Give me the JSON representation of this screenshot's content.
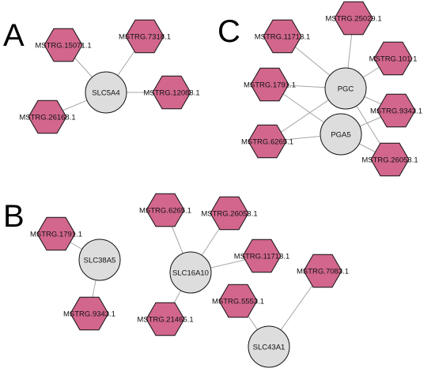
{
  "colors": {
    "lncrna_fill": "#d2668d",
    "gene_fill": "#dddddd",
    "outline": "#111111",
    "edge": "#a6a6a6"
  },
  "panels": [
    {
      "label": "A",
      "genes": [
        {
          "id": "SLC5A4",
          "label": "SLC5A4"
        }
      ],
      "lncrnas": [
        {
          "id": "MSTRG.15071.1",
          "label": "MSTRG.15071.1"
        },
        {
          "id": "MSTRG.7318.1",
          "label": "MSTRG.7318.1"
        },
        {
          "id": "MSTRG.12083.1",
          "label": "MSTRG.12083.1"
        },
        {
          "id": "MSTRG.26168.1",
          "label": "MSTRG.26168.1"
        }
      ],
      "edges": [
        [
          "MSTRG.15071.1",
          "SLC5A4"
        ],
        [
          "MSTRG.7318.1",
          "SLC5A4"
        ],
        [
          "MSTRG.12083.1",
          "SLC5A4"
        ],
        [
          "MSTRG.26168.1",
          "SLC5A4"
        ]
      ]
    },
    {
      "label": "B",
      "genes": [
        {
          "id": "SLC38A5",
          "label": "SLC38A5"
        },
        {
          "id": "SLC16A10",
          "label": "SLC16A10"
        },
        {
          "id": "SLC43A1",
          "label": "SLC43A1"
        }
      ],
      "lncrnas": [
        {
          "id": "MSTRG.1791.1",
          "label": "MSTRG.1791.1"
        },
        {
          "id": "MSTRG.9343.1",
          "label": "MSTRG.9343.1"
        },
        {
          "id": "MSTRG.6265.1",
          "label": "MSTRG.6265.1"
        },
        {
          "id": "MSTRG.26053.1",
          "label": "MSTRG.26053.1"
        },
        {
          "id": "MSTRG.11713.1",
          "label": "MSTRG.11713.1"
        },
        {
          "id": "MSTRG.21465.1",
          "label": "MSTRG.21465.1"
        },
        {
          "id": "MSTRG.5553.1",
          "label": "MSTRG.5553.1"
        },
        {
          "id": "MSTRG.7083.1",
          "label": "MSTRG.7083.1"
        }
      ],
      "edges": [
        [
          "MSTRG.1791.1",
          "SLC38A5"
        ],
        [
          "MSTRG.9343.1",
          "SLC38A5"
        ],
        [
          "MSTRG.6265.1",
          "SLC16A10"
        ],
        [
          "MSTRG.26053.1",
          "SLC16A10"
        ],
        [
          "MSTRG.11713.1",
          "SLC16A10"
        ],
        [
          "MSTRG.21465.1",
          "SLC16A10"
        ],
        [
          "MSTRG.5553.1",
          "SLC43A1"
        ],
        [
          "MSTRG.7083.1",
          "SLC43A1"
        ]
      ]
    },
    {
      "label": "C",
      "genes": [
        {
          "id": "PGC",
          "label": "PGC"
        },
        {
          "id": "PGA5",
          "label": "PGA5"
        }
      ],
      "lncrnas": [
        {
          "id": "MSTRG.25029.1",
          "label": "MSTRG.25029.1"
        },
        {
          "id": "MSTRG.11713.1",
          "label": "MSTRG.11713.1"
        },
        {
          "id": "MSTRG.101.1",
          "label": "MSTRG.101.1"
        },
        {
          "id": "MSTRG.1791.1",
          "label": "MSTRG.1791.1"
        },
        {
          "id": "MSTRG.9343.1",
          "label": "MSTRG.9343.1"
        },
        {
          "id": "MSTRG.6265.1",
          "label": "MSTRG.6265.1"
        },
        {
          "id": "MSTRG.26053.1",
          "label": "MSTRG.26053.1"
        }
      ],
      "edges": [
        [
          "MSTRG.25029.1",
          "PGC"
        ],
        [
          "MSTRG.11713.1",
          "PGC"
        ],
        [
          "MSTRG.101.1",
          "PGC"
        ],
        [
          "MSTRG.1791.1",
          "PGC"
        ],
        [
          "MSTRG.9343.1",
          "PGC"
        ],
        [
          "MSTRG.6265.1",
          "PGC"
        ],
        [
          "MSTRG.26053.1",
          "PGC"
        ],
        [
          "MSTRG.1791.1",
          "PGA5"
        ],
        [
          "MSTRG.9343.1",
          "PGA5"
        ],
        [
          "MSTRG.6265.1",
          "PGA5"
        ],
        [
          "MSTRG.26053.1",
          "PGA5"
        ]
      ]
    }
  ]
}
